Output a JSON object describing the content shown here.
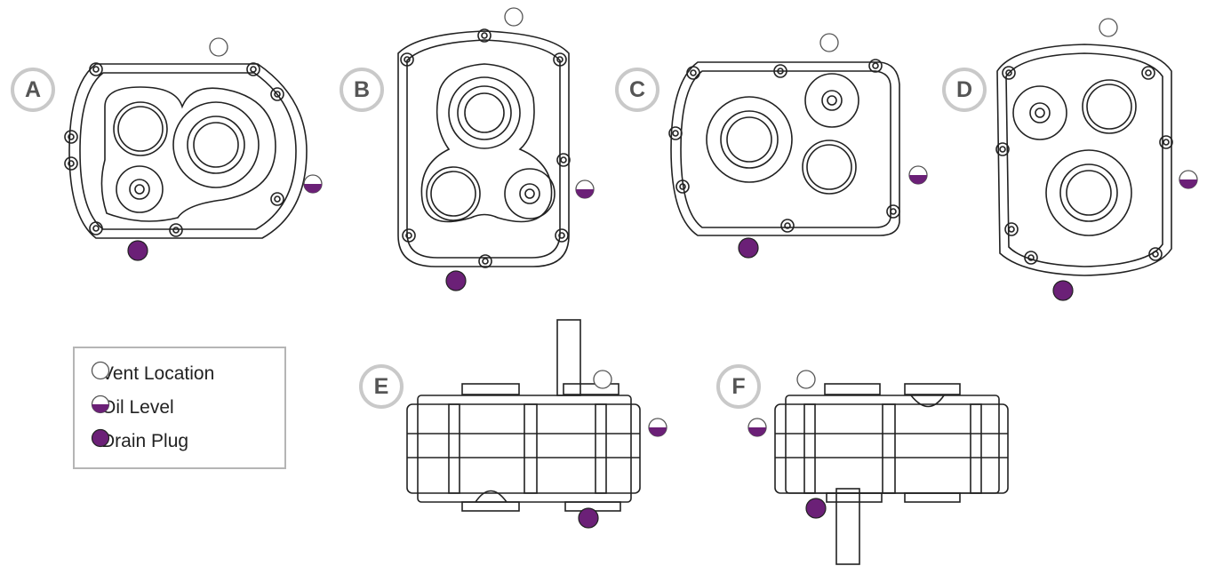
{
  "mounting_positions": [
    {
      "id": "A",
      "label": "A"
    },
    {
      "id": "B",
      "label": "B"
    },
    {
      "id": "C",
      "label": "C"
    },
    {
      "id": "D",
      "label": "D"
    },
    {
      "id": "E",
      "label": "E"
    },
    {
      "id": "F",
      "label": "F"
    }
  ],
  "legend": {
    "vent": "Vent Location",
    "oil_level": "Oil Level",
    "drain": "Drain Plug"
  },
  "colors": {
    "plug": "#6b2077",
    "outline": "#222222",
    "marker_ring": "#c9c9c9"
  }
}
